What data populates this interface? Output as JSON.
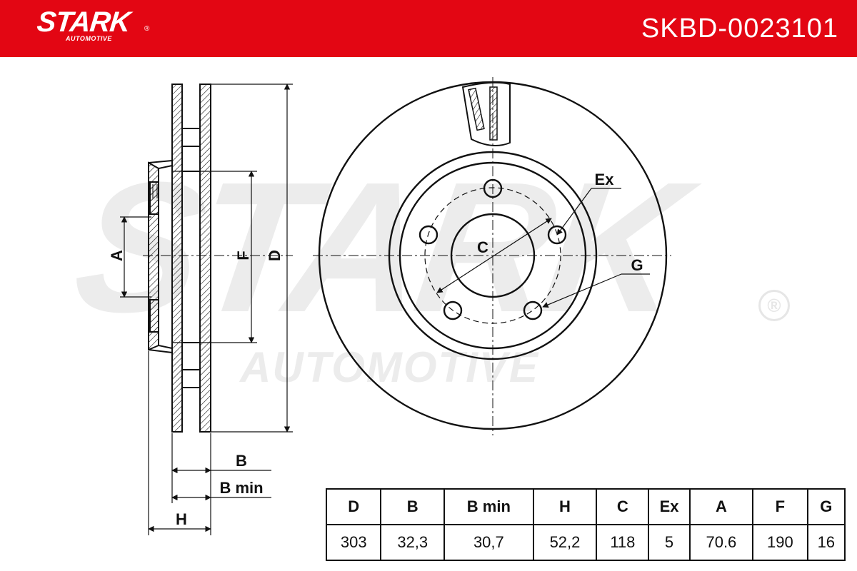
{
  "header": {
    "brand": "STARK",
    "brand_sub": "AUTOMOTIVE",
    "registered_mark": "®",
    "part_number": "SKBD-0023101",
    "color": "#e30613"
  },
  "watermark": {
    "main": "STARK",
    "sub": "AUTOMOTIVE",
    "registered_mark": "®"
  },
  "drawing_labels": {
    "a": "A",
    "f": "F",
    "d": "D",
    "b": "B",
    "b_min": "B min",
    "h": "H",
    "c": "C",
    "ex": "Ex",
    "g": "G"
  },
  "specs": {
    "headers": [
      "D",
      "B",
      "B min",
      "H",
      "C",
      "Ex",
      "A",
      "F",
      "G"
    ],
    "values": [
      "303",
      "32,3",
      "30,7",
      "52,2",
      "118",
      "5",
      "70.6",
      "190",
      "16"
    ]
  }
}
